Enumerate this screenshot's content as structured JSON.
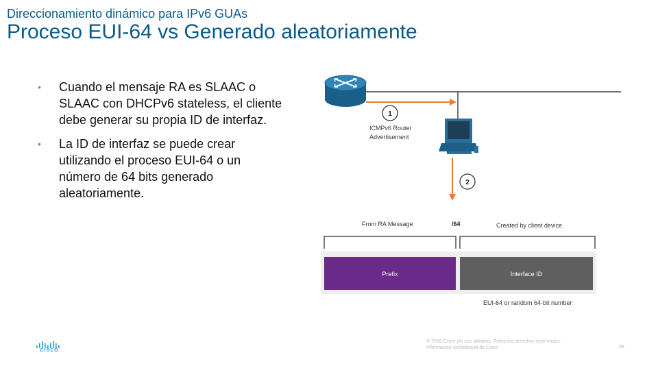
{
  "header": {
    "subtitle": "Direccionamiento dinámico para IPv6 GUAs",
    "title": "Proceso EUI-64 vs Generado aleatoriamente"
  },
  "bullets": [
    {
      "text": "Cuando el mensaje RA es SLAAC o SLAAC con DHCPv6 stateless, el cliente debe generar su propia ID de interfaz."
    },
    {
      "text": "La ID de interfaz se puede crear utilizando el proceso EUI-64 o un número de 64 bits generado aleatoriamente."
    }
  ],
  "diagram": {
    "step1": "1",
    "step1_label_line1": "ICMPv6 Router",
    "step1_label_line2": "Advertisement",
    "step2": "2",
    "from_ra_label": "From RA Message",
    "slash64_label": "/64",
    "created_label": "Created by client device",
    "prefix_label": "Prefix",
    "interface_id_label": "Interface ID",
    "eui_label": "EUI-64 or random 64-bit number",
    "colors": {
      "prefix": "#6a2a8a",
      "interface_id": "#5f5f5f",
      "arrow": "#f07b2a",
      "router": "#1e6a95"
    }
  },
  "footer": {
    "copyright_line1": "© 2016 Cisco y/o sus afiliados. Todos los derechos reservados.",
    "copyright_line2": "Información confidencial de Cisco",
    "page_number": "39",
    "logo_text": "CISCO"
  }
}
